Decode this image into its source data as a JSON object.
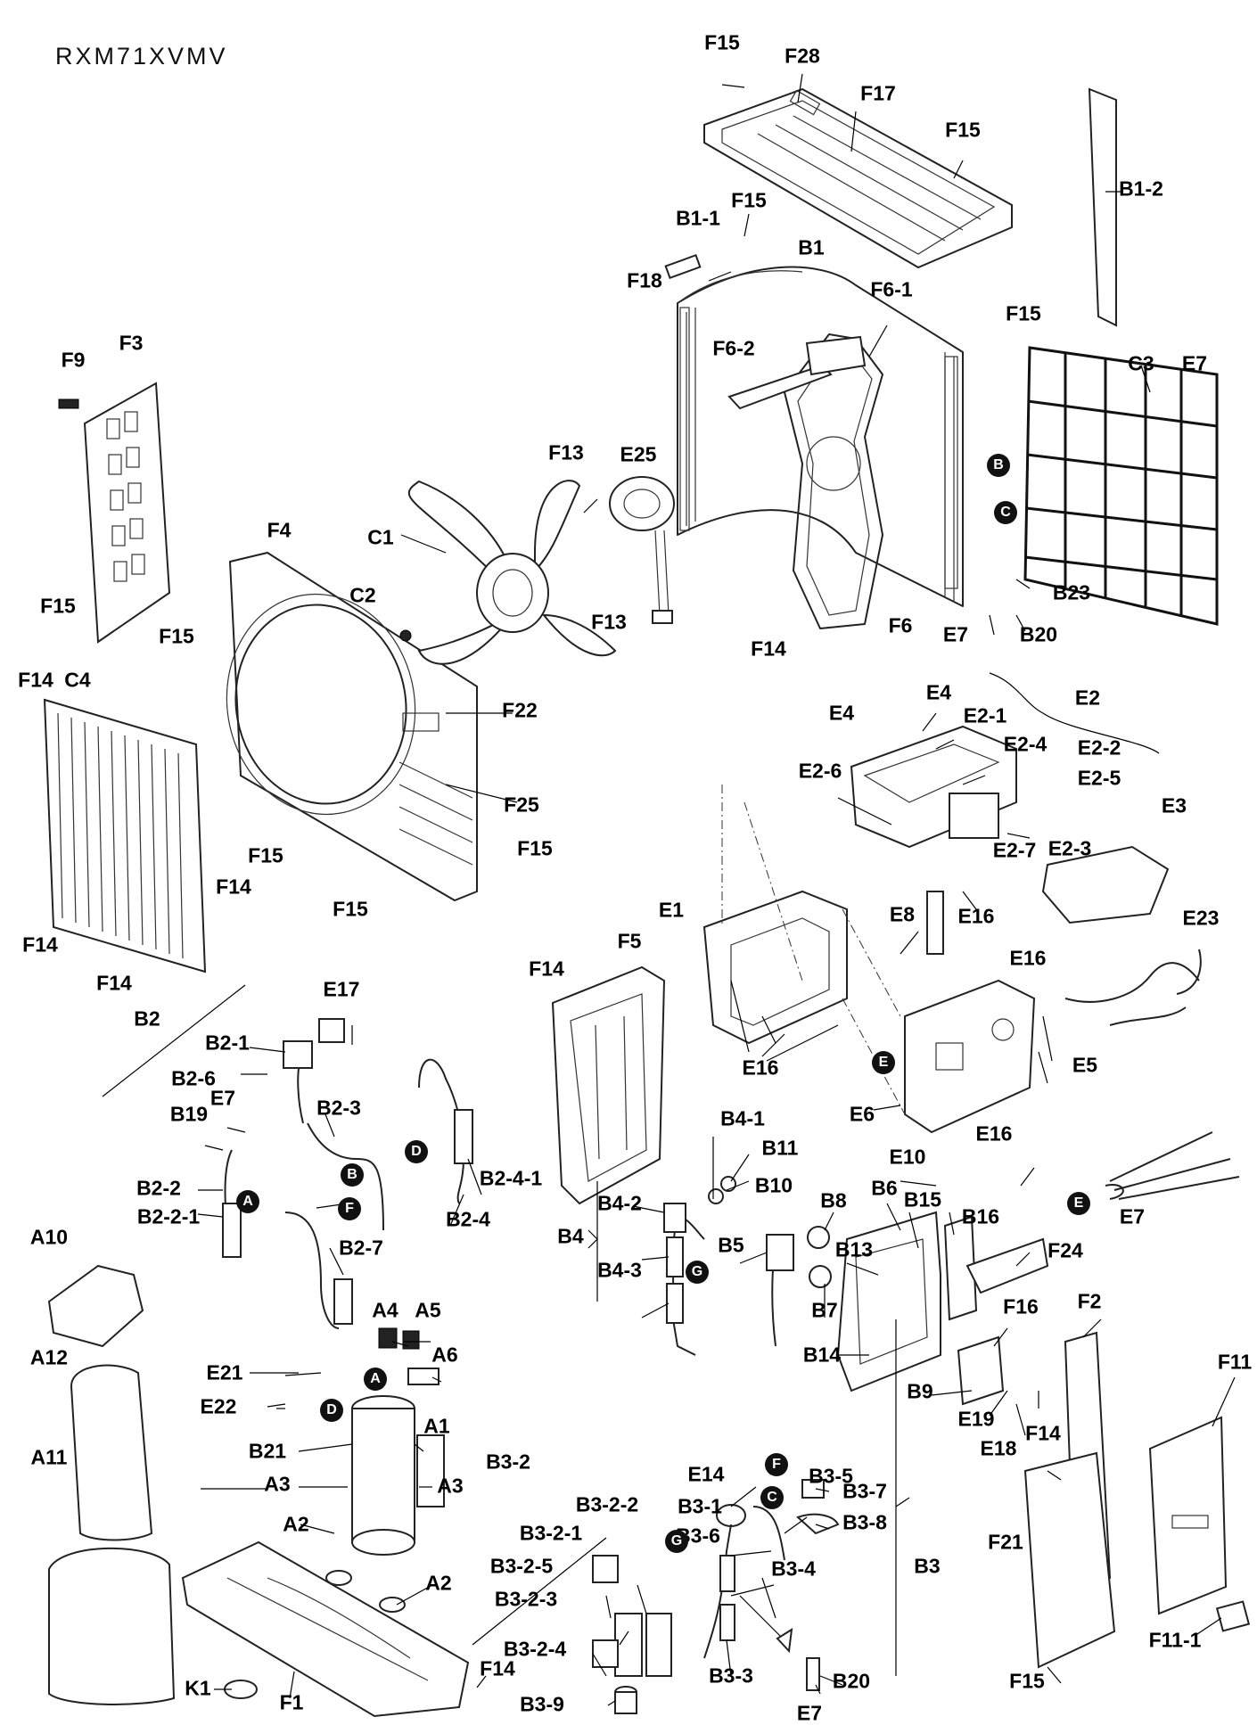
{
  "title": "RXM71XVMV",
  "markers": [
    "A",
    "B",
    "C",
    "D",
    "E",
    "F",
    "G"
  ],
  "labels": {
    "F15_top": "F15",
    "F28": "F28",
    "F17": "F17",
    "F15_tr": "F15",
    "F15_mid": "F15",
    "B1_1": "B1-1",
    "B1": "B1",
    "B1_2": "B1-2",
    "F18": "F18",
    "F15_r": "F15",
    "F6_1": "F6-1",
    "F6_2": "F6-2",
    "F9": "F9",
    "F3": "F3",
    "C3": "C3",
    "E7_tr": "E7",
    "F13_a": "F13",
    "E25": "E25",
    "C1": "C1",
    "F4": "F4",
    "F15_l": "F15",
    "C2": "C2",
    "F13_b": "F13",
    "B23": "B23",
    "F14_c": "F14",
    "F6": "F6",
    "E7_m": "E7",
    "B20_m": "B20",
    "F15_l2": "F15",
    "F14_tl": "F14",
    "C4": "C4",
    "F22": "F22",
    "E4_a": "E4",
    "E4_b": "E4",
    "E2_1": "E2-1",
    "E2": "E2",
    "E2_4": "E2-4",
    "E2_6": "E2-6",
    "E2_2": "E2-2",
    "E2_5": "E2-5",
    "F25": "F25",
    "F15_c": "F15",
    "F15_c2": "F15",
    "F14_l": "F14",
    "F15_b": "F15",
    "E2_3": "E2-3",
    "E3": "E3",
    "E2_7": "E2-7",
    "E8": "E8",
    "E16_a": "E16",
    "E1": "E1",
    "F14_l2": "F14",
    "E23": "E23",
    "F14_l3": "F14",
    "F5": "F5",
    "F14_m": "F14",
    "E16_b": "E16",
    "B2": "B2",
    "E17": "E17",
    "B2_1": "B2-1",
    "B2_6": "B2-6",
    "E7_l": "E7",
    "B19": "B19",
    "B2_3": "B2-3",
    "E16_c": "E16",
    "E5": "E5",
    "E6": "E6",
    "E16_d": "E16",
    "B4_1": "B4-1",
    "B11": "B11",
    "B2_4_1": "B2-4-1",
    "B2_2": "B2-2",
    "B2_2_1": "B2-2-1",
    "B2_4": "B2-4",
    "B10": "B10",
    "E10": "E10",
    "B4_2": "B4-2",
    "B8": "B8",
    "B6": "B6",
    "B15": "B15",
    "B16": "B16",
    "B2_7": "B2-7",
    "E7_r": "E7",
    "A10": "A10",
    "B4": "B4",
    "B5": "B5",
    "B13": "B13",
    "F24": "F24",
    "B4_3": "B4-3",
    "B7": "B7",
    "F16": "F16",
    "F2": "F2",
    "F11": "F11",
    "A12": "A12",
    "A4": "A4",
    "A5": "A5",
    "E21": "E21",
    "A6": "A6",
    "B14": "B14",
    "E22": "E22",
    "B9": "B9",
    "E19": "E19",
    "F14_r": "F14",
    "E18": "E18",
    "B21": "B21",
    "A1": "A1",
    "E14": "E14",
    "B3_5": "B3-5",
    "A11": "A11",
    "B3_2": "B3-2",
    "B3_7": "B3-7",
    "A3_l": "A3",
    "A3_r": "A3",
    "B3_1": "B3-1",
    "B3_2_2": "B3-2-2",
    "B3_6": "B3-6",
    "B3_8": "B3-8",
    "A2_l": "A2",
    "F21": "F21",
    "B3_2_1": "B3-2-1",
    "B3_4": "B3-4",
    "B3": "B3",
    "A2_r": "A2",
    "B3_2_5": "B3-2-5",
    "F11_1": "F11-1",
    "B3_2_3": "B3-2-3",
    "F15_br": "F15",
    "B3_2_4": "B3-2-4",
    "B3_3": "B3-3",
    "K1": "K1",
    "F14_b": "F14",
    "B20_b": "B20",
    "B3_9": "B3-9",
    "F1": "F1",
    "E7_b": "E7"
  }
}
